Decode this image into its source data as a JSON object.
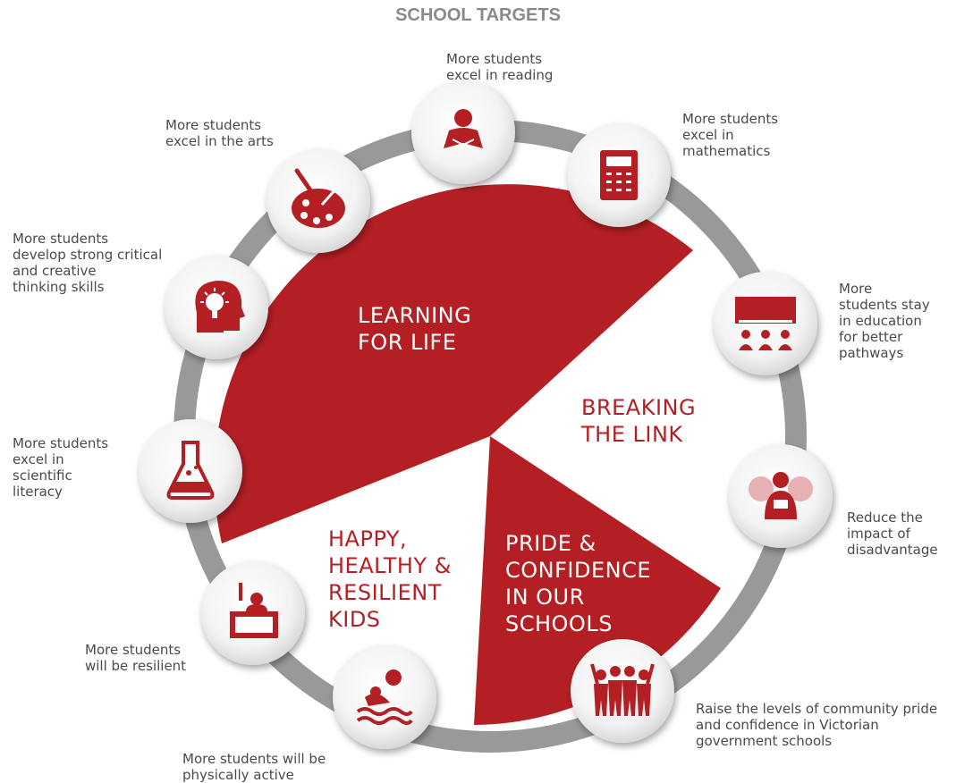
{
  "title": "SCHOOL TARGETS",
  "colors": {
    "brand_red": "#b41f24",
    "ring_gray": "#999999",
    "text_gray": "#4a4a4a",
    "title_gray": "#8a8a8a"
  },
  "themes": {
    "learning": "LEARNING\nFOR LIFE",
    "breaking": "BREAKING\nTHE LINK",
    "happy": "HAPPY,\nHEALTHY &\nRESILIENT\nKIDS",
    "pride": "PRIDE &\nCONFIDENCE\nIN OUR\nSCHOOLS"
  },
  "targets": {
    "reading": {
      "label": "More students\nexcel in reading",
      "icon": "reading-student-icon"
    },
    "arts": {
      "label": "More students\nexcel in the arts",
      "icon": "paint-palette-icon"
    },
    "maths": {
      "label": "More students\nexcel in\nmathematics",
      "icon": "calculator-icon"
    },
    "critical": {
      "label": "More students\ndevelop strong critical\nand creative\nthinking skills",
      "icon": "lightbulb-head-icon"
    },
    "pathways": {
      "label": "More\nstudents stay\nin education\nfor better\npathways",
      "icon": "classroom-icon"
    },
    "science": {
      "label": "More students\nexcel in\nscientific\nliteracy",
      "icon": "flask-icon"
    },
    "disadvantage": {
      "label": "Reduce the\nimpact of\ndisadvantage",
      "icon": "supported-student-icon"
    },
    "resilient": {
      "label": "More students\nwill be resilient",
      "icon": "student-at-desk-icon"
    },
    "active": {
      "label": "More students will be\nphysically active",
      "icon": "water-polo-icon"
    },
    "pride": {
      "label": "Raise the levels of community pride\nand confidence in Victorian\ngovernment schools",
      "icon": "community-group-icon"
    }
  }
}
